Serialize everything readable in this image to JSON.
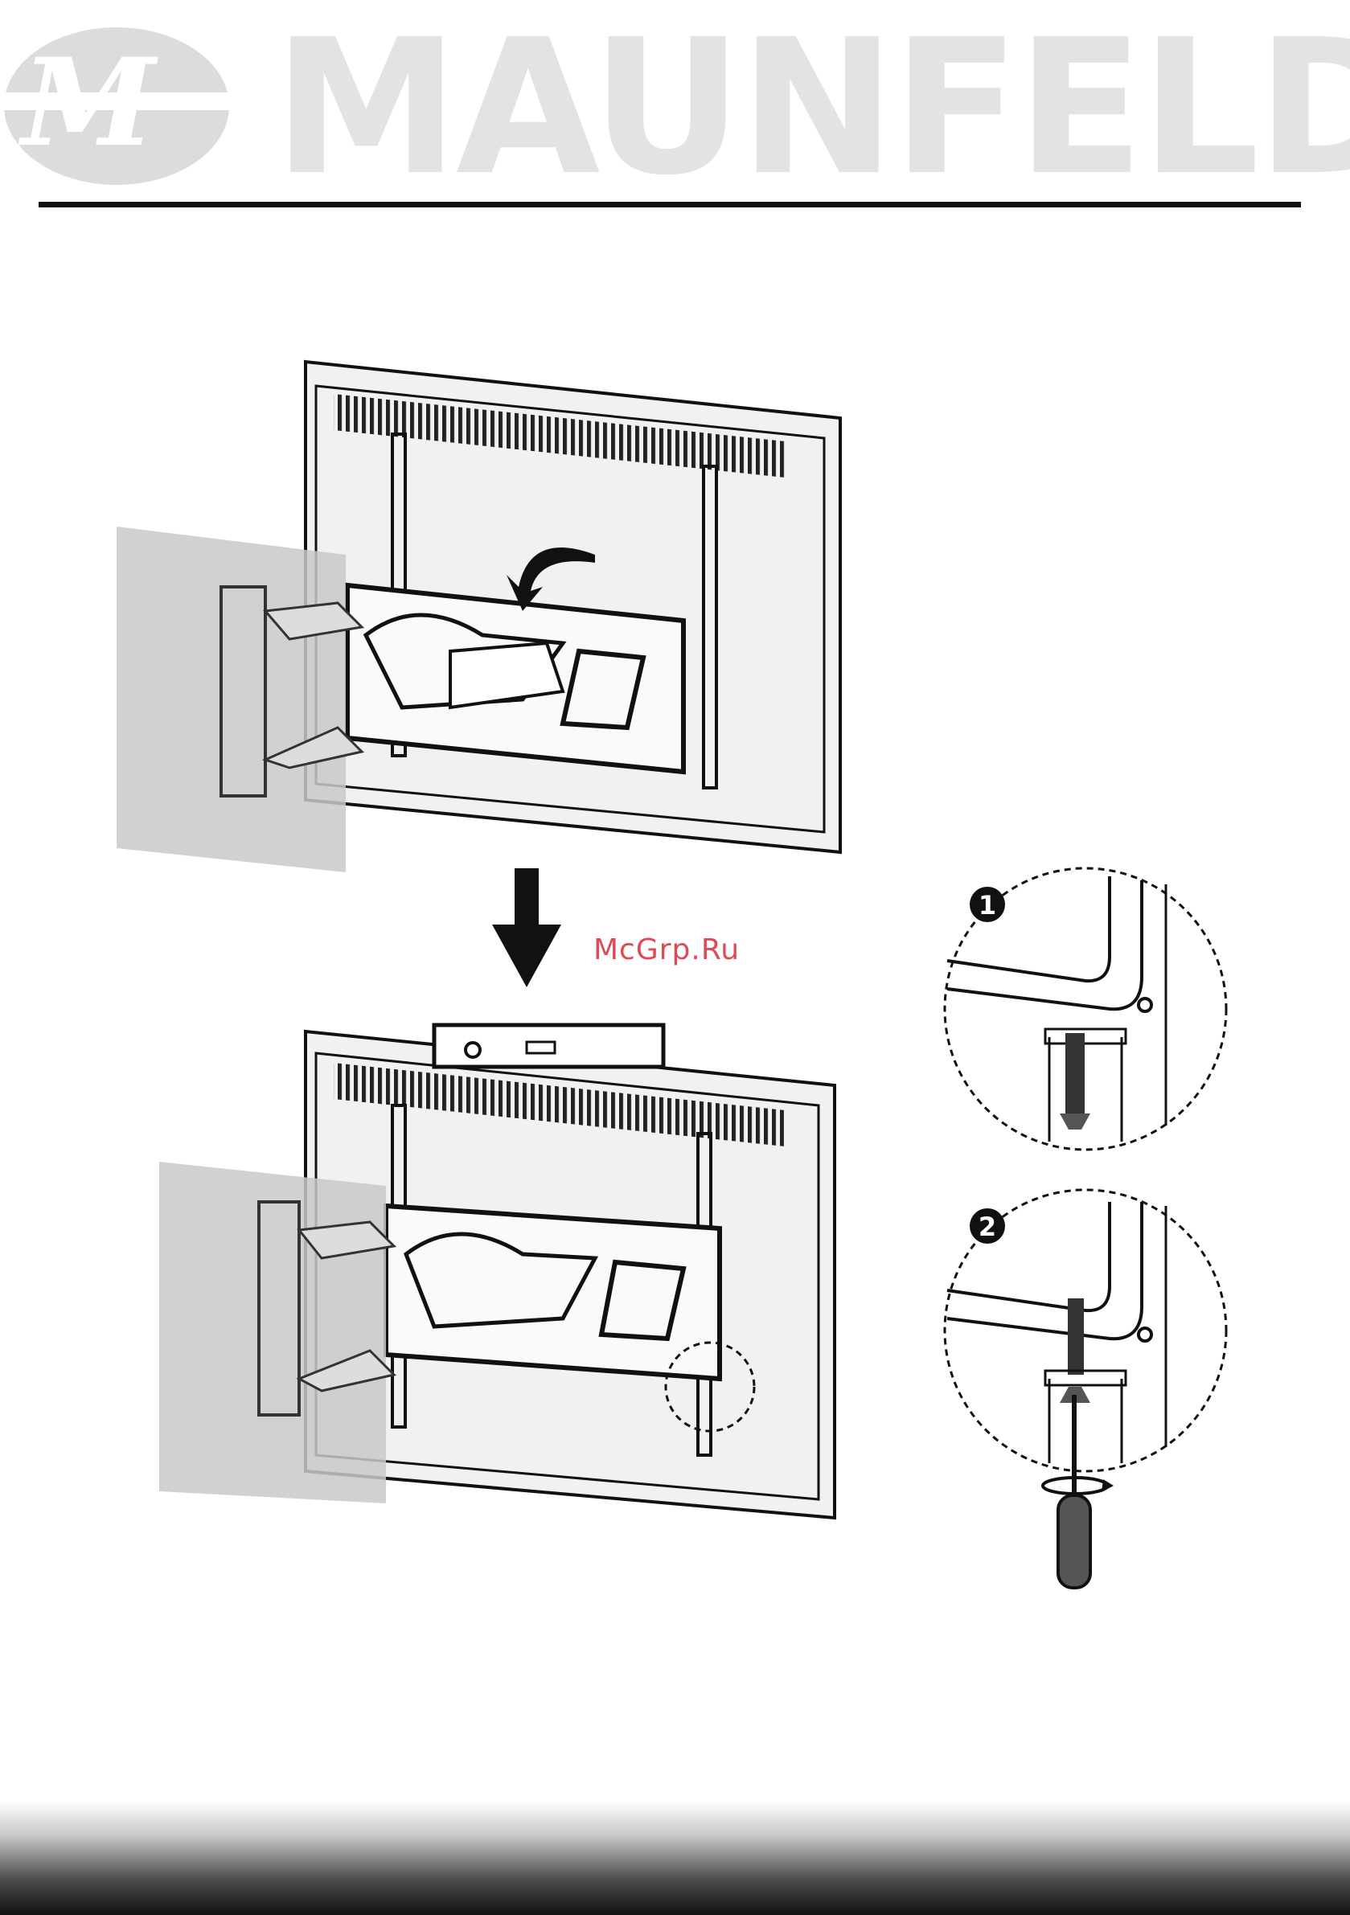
{
  "header": {
    "brand": "MAUNFELD",
    "logo_monogram": "M"
  },
  "watermark": "McGrp.Ru",
  "callouts": [
    {
      "number": "1"
    },
    {
      "number": "2"
    }
  ],
  "icons": [
    "curved-arrow-icon",
    "down-arrow-icon",
    "rotation-arrow-icon",
    "screwdriver-icon"
  ],
  "colors": {
    "brand_gray": "#e3e3e3",
    "watermark": "#e04a55",
    "wall": "#c9c9c9",
    "tv_back": "#f1f1f1"
  }
}
